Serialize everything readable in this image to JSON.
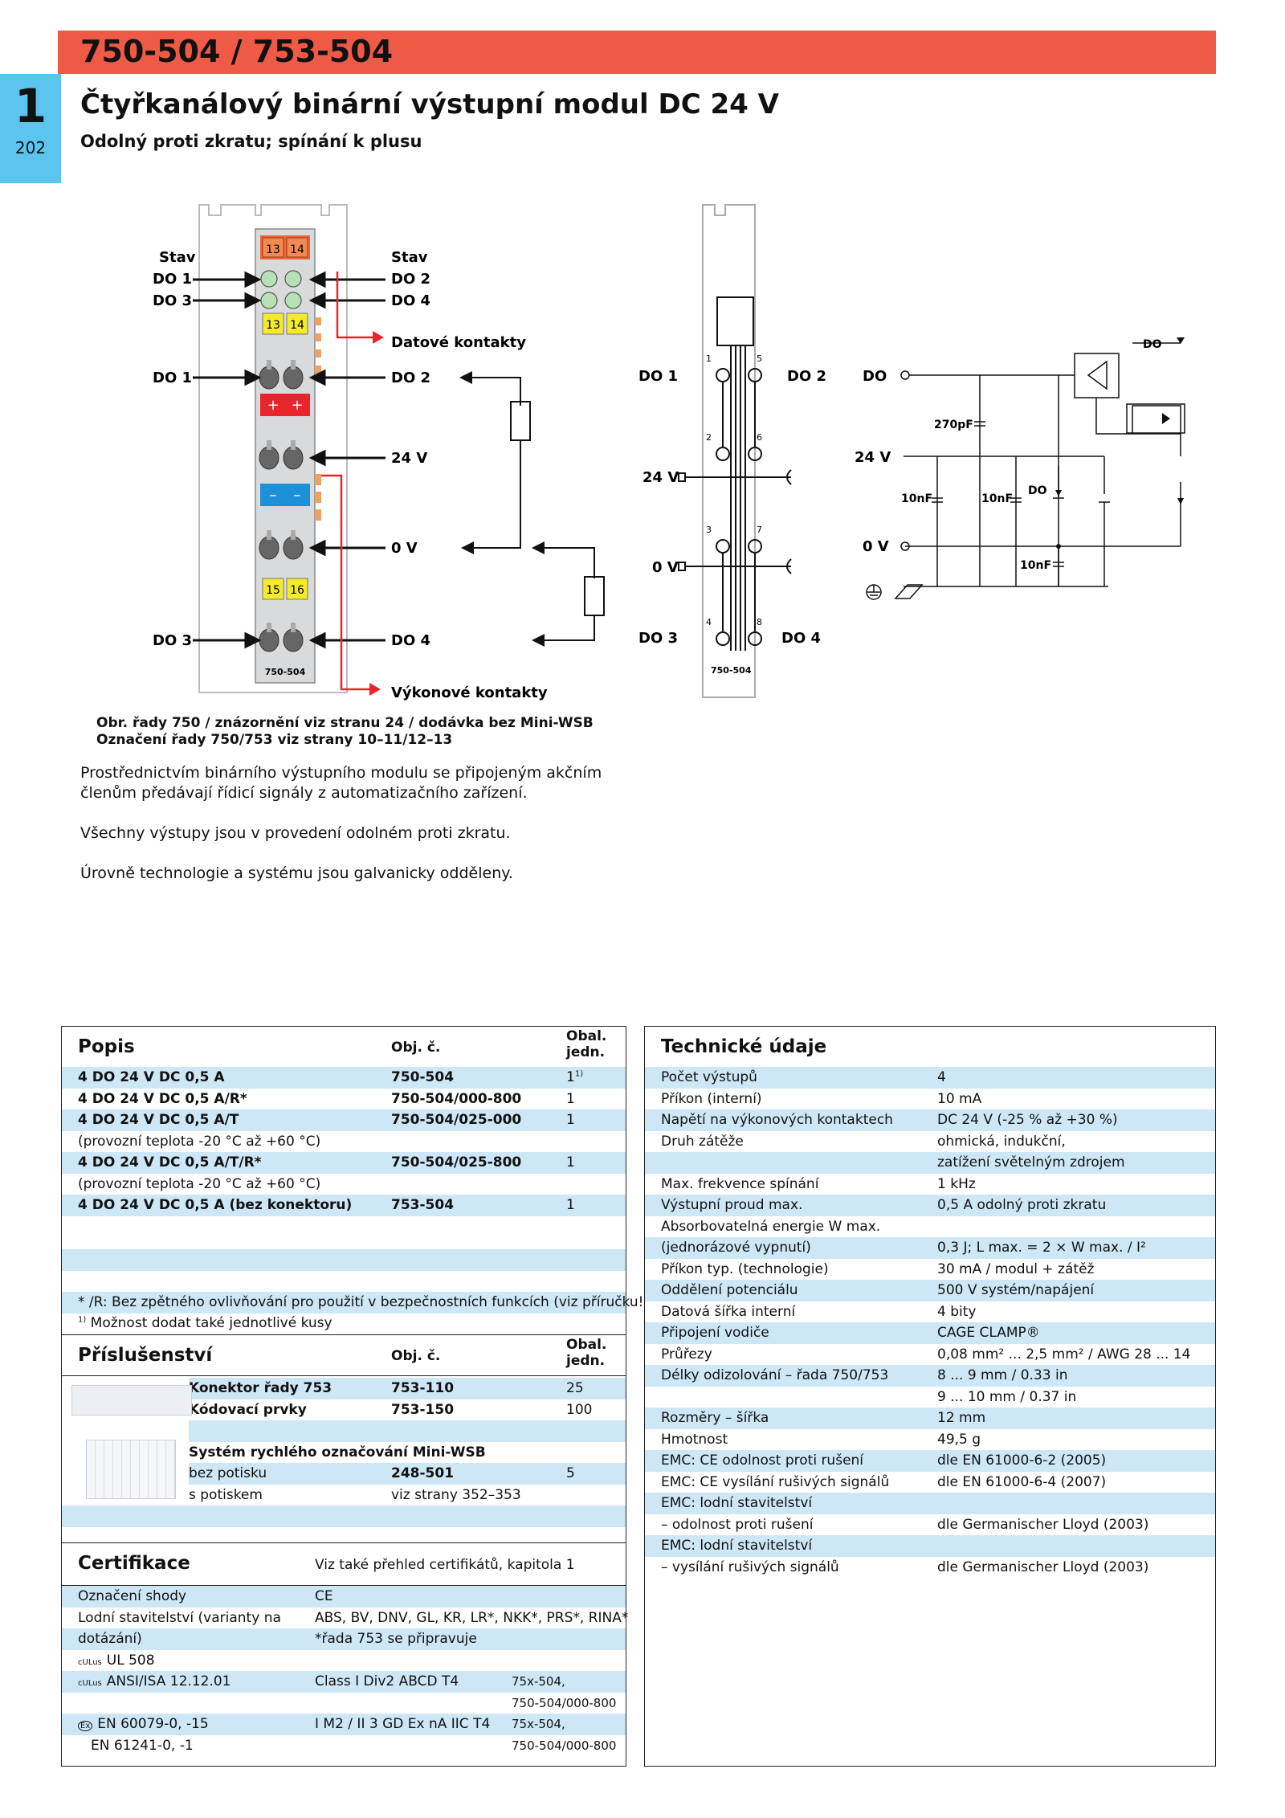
{
  "header": {
    "product_code": "750-504 / 753-504",
    "chapter": "1",
    "page": "202",
    "title": "Čtyřkanálový binární výstupní modul DC 24 V",
    "subtitle": "Odolný proti zkratu; spínání k plusu",
    "colors": {
      "accent_bar": "#ee5a45",
      "chapter_tab": "#5bc4ef",
      "row_blue": "#cde7f7"
    }
  },
  "figure": {
    "module_labels": {
      "stav_left": "Stav",
      "do1_left": "DO 1",
      "do3_left": "DO 3",
      "stav_right": "Stav",
      "do2_right": "DO 2",
      "do4_right": "DO 4",
      "datove": "Datové kontakty",
      "do1_mid": "DO 1",
      "do2_mid": "DO 2",
      "v24": "24 V",
      "v0": "0 V",
      "do3_bottom": "DO 3",
      "do4_bottom": "DO 4",
      "vykonove": "Výkonové kontakty",
      "module_id": "750-504",
      "led_top": [
        "13",
        "14"
      ],
      "led_mid": [
        "13",
        "14"
      ],
      "led_bottom": [
        "15",
        "16"
      ],
      "plus": "+",
      "minus": "–"
    },
    "schematic_labels": {
      "do1": "DO 1",
      "do2": "DO 2",
      "v24": "24 V",
      "v0": "0 V",
      "do3": "DO 3",
      "do4": "DO 4",
      "module_id": "750-504",
      "pins": [
        "1",
        "5",
        "2",
        "6",
        "3",
        "7",
        "4",
        "8"
      ]
    },
    "circuit_labels": {
      "do": "DO",
      "do_top": "DO",
      "v24": "24 V",
      "v0": "0 V",
      "c270": "270pF",
      "c10a": "10nF",
      "c10b": "10nF",
      "c10c": "10nF",
      "do_diode": "DO"
    },
    "caption_line1": "Obr. řady 750 / znázornění viz stranu 24 / dodávka bez Mini-WSB",
    "caption_line2": "Označení řady 750/753 viz strany 10–11/12–13"
  },
  "intro": [
    "Prostřednictvím binárního výstupního modulu se připojeným akčním členům předávají řídicí signály z automatizačního zařízení.",
    "Všechny výstupy jsou v provedení odolném proti zkratu.",
    "Úrovně technologie a systému jsou galvanicky odděleny."
  ],
  "order": {
    "heading": "Popis",
    "col_obj": "Obj. č.",
    "col_obal": "Obal. jedn.",
    "rows": [
      {
        "desc": "4 DO 24 V DC 0,5 A",
        "code": "750-504",
        "qty": "1",
        "sup": "1)"
      },
      {
        "desc": "4 DO 24 V DC 0,5 A/R*",
        "code": "750-504/000-800",
        "qty": "1",
        "sup": ""
      },
      {
        "desc": "4 DO 24 V DC 0,5 A/T",
        "code": "750-504/025-000",
        "qty": "1",
        "sup": ""
      },
      {
        "desc": "(provozní teplota -20 °C až +60 °C)",
        "code": "",
        "qty": "",
        "sup": ""
      },
      {
        "desc": "4 DO 24 V DC 0,5 A/T/R*",
        "code": "750-504/025-800",
        "qty": "1",
        "sup": ""
      },
      {
        "desc": "(provozní teplota -20 °C až +60 °C)",
        "code": "",
        "qty": "",
        "sup": ""
      },
      {
        "desc": "4 DO 24 V DC 0,5 A (bez konektoru)",
        "code": "753-504",
        "qty": "1",
        "sup": ""
      }
    ],
    "note1": "* /R: Bez zpětného ovlivňování pro použití v bezpečnostních funkcích (viz příručku!)",
    "note2_sup": "1)",
    "note2": " Možnost dodat také jednotlivé kusy"
  },
  "accessories": {
    "heading": "Příslušenství",
    "col_obj": "Obj. č.",
    "col_obal": "Obal. jedn.",
    "rows": [
      {
        "desc": "Konektor řady 753",
        "code": "753-110",
        "qty": "25"
      },
      {
        "desc": "Kódovací prvky",
        "code": "753-150",
        "qty": "100"
      },
      {
        "desc": "",
        "code": "",
        "qty": ""
      },
      {
        "desc": "Systém rychlého označování Mini-WSB",
        "code": "",
        "qty": ""
      },
      {
        "desc": "bez potisku",
        "code": "248-501",
        "qty": "5"
      },
      {
        "desc": "s potiskem",
        "code": "viz strany 352–353",
        "qty": ""
      }
    ]
  },
  "certs": {
    "heading": "Certifikace",
    "note": "Viz také přehled certifikátů, kapitola 1",
    "rows": [
      {
        "a": "Označení shody",
        "b": "CE",
        "c": ""
      },
      {
        "a": "Lodní stavitelství (varianty na",
        "b": "ABS, BV, DNV, GL, KR, LR*, NKK*, PRS*, RINA*",
        "c": ""
      },
      {
        "a": "dotázání)",
        "b": "*řada 753 se připravuje",
        "c": ""
      },
      {
        "a": "UL 508",
        "b": "",
        "c": ""
      },
      {
        "a": "ANSI/ISA 12.12.01",
        "b": "Class I Div2 ABCD T4",
        "c": "75x-504,"
      },
      {
        "a": "",
        "b": "",
        "c": "750-504/000-800"
      },
      {
        "a": "EN 60079-0, -15",
        "b": "I M2 / II 3 GD Ex nA IIC T4",
        "c": "75x-504,"
      },
      {
        "a": "EN 61241-0, -1",
        "b": "",
        "c": "750-504/000-800"
      }
    ],
    "ul_mark": "cULus",
    "ex_mark": "Ex"
  },
  "tech": {
    "heading": "Technické údaje",
    "rows": [
      {
        "k": "Počet výstupů",
        "v": "4"
      },
      {
        "k": "Příkon (interní)",
        "v": "10 mA"
      },
      {
        "k": "Napětí na výkonových kontaktech",
        "v": "DC 24 V (-25 % až +30 %)"
      },
      {
        "k": "Druh zátěže",
        "v": "ohmická, indukční,"
      },
      {
        "k": "",
        "v": "zatížení světelným zdrojem"
      },
      {
        "k": "Max. frekvence spínání",
        "v": "1 kHz"
      },
      {
        "k": "Výstupní proud max.",
        "v": "0,5 A odolný proti zkratu"
      },
      {
        "k": "Absorbovatelná energie W max.",
        "v": ""
      },
      {
        "k": "(jednorázové vypnutí)",
        "v": "0,3 J; L max. = 2 × W max. / I²"
      },
      {
        "k": "Příkon typ. (technologie)",
        "v": "30 mA / modul + zátěž"
      },
      {
        "k": "Oddělení potenciálu",
        "v": "500 V systém/napájení"
      },
      {
        "k": "Datová šířka interní",
        "v": "4 bity"
      },
      {
        "k": "Připojení vodiče",
        "v": "CAGE CLAMP®"
      },
      {
        "k": "Průřezy",
        "v": "0,08 mm² ... 2,5 mm² / AWG 28 ... 14"
      },
      {
        "k": "Délky odizolování – řada 750/753",
        "v": "8 ... 9 mm / 0.33 in"
      },
      {
        "k": "",
        "v": "9 ... 10 mm / 0.37 in"
      },
      {
        "k": "Rozměry – šířka",
        "v": "12 mm"
      },
      {
        "k": "Hmotnost",
        "v": "49,5 g"
      },
      {
        "k": "EMC: CE odolnost proti rušení",
        "v": "dle EN 61000-6-2 (2005)"
      },
      {
        "k": "EMC: CE vysílání rušivých signálů",
        "v": "dle EN 61000-6-4 (2007)"
      },
      {
        "k": "EMC: lodní stavitelství",
        "v": ""
      },
      {
        "k": "– odolnost proti rušení",
        "v": "dle Germanischer Lloyd (2003)"
      },
      {
        "k": "EMC: lodní stavitelství",
        "v": ""
      },
      {
        "k": "– vysílání rušivých signálů",
        "v": "dle Germanischer Lloyd (2003)"
      }
    ]
  }
}
